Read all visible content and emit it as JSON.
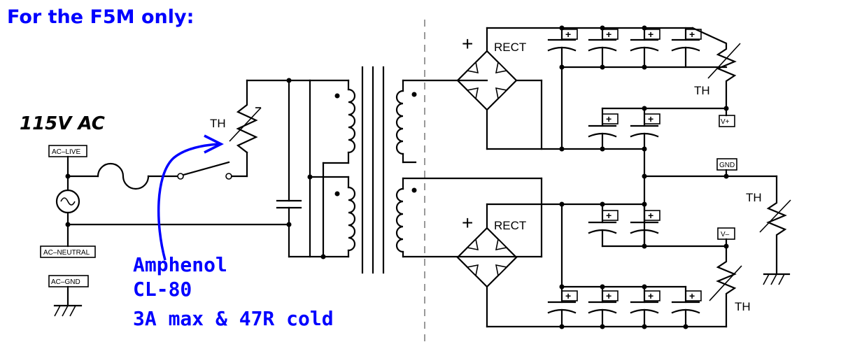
{
  "title": "For the F5M only:",
  "mains_label": "115V AC",
  "thermistor_label": "TH",
  "rectifier_label": "RECT",
  "plus_sign": "+",
  "terminals": {
    "live": "AC–LIVE",
    "neutral": "AC–NEUTRAL",
    "ground": "AC–GND",
    "vplus": "V+",
    "gnd": "GND",
    "vminus": "V–"
  },
  "annotation": {
    "line1": "Amphenol",
    "line2": "CL-80",
    "line3": "3A max & 47R cold"
  },
  "colors": {
    "title": "#0000ff",
    "annotation": "#0000ff",
    "arrow": "#0000ff",
    "wire": "#000000",
    "divider": "#999999"
  }
}
